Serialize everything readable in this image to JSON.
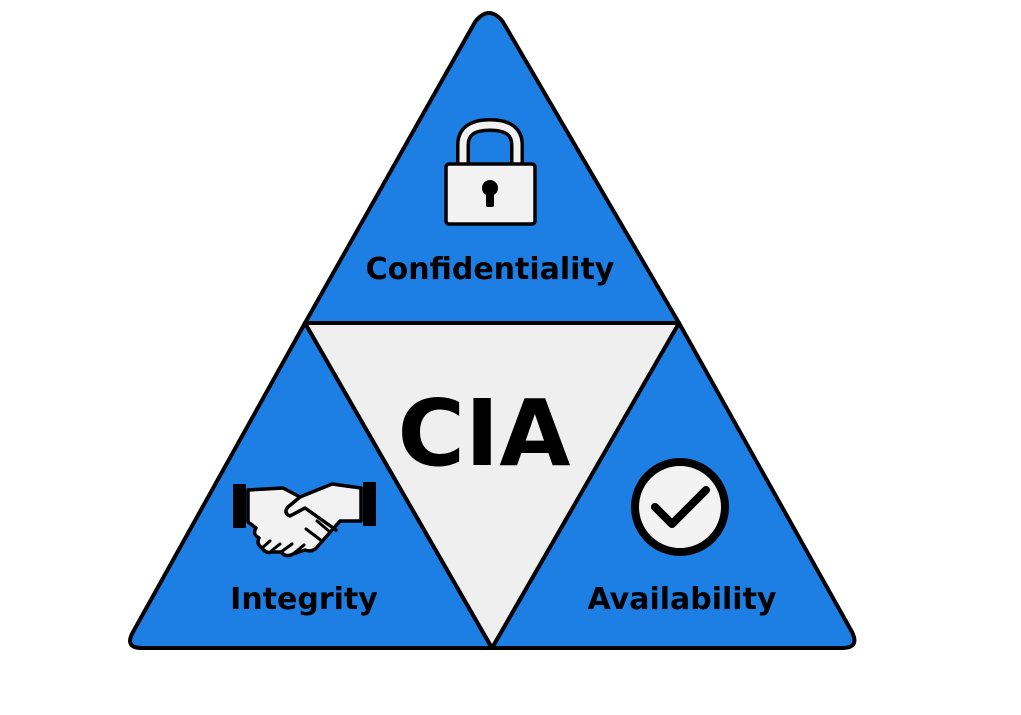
{
  "diagram": {
    "center_label": "CIA",
    "segments": [
      {
        "key": "top",
        "label": "Confidentiality",
        "icon": "padlock-icon"
      },
      {
        "key": "left",
        "label": "Integrity",
        "icon": "handshake-icon"
      },
      {
        "key": "right",
        "label": "Availability",
        "icon": "check-circle-icon"
      }
    ],
    "colors": {
      "segment_fill": "#1d7fe3",
      "center_fill": "#efefef",
      "outline": "#000000",
      "icon_fill": "#f2f2f2"
    }
  }
}
